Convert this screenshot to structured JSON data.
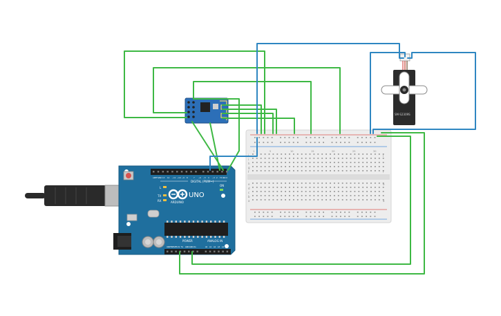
{
  "canvas": {
    "background": "#ffffff"
  },
  "colors": {
    "wire_green": "#3db843",
    "wire_blue": "#2e86c1",
    "arduino_board": "#1f6f9e",
    "arduino_dark": "#165a82",
    "breadboard": "#ededed",
    "breadboard_hole": "#9a9a9a",
    "rail_red": "#d9534f",
    "rail_blue": "#4a90d9",
    "esp_module": "#2c6fb8",
    "servo_body": "#2b2b2b",
    "usb_cable": "#2a2a2a",
    "usb_plug": "#bdbdbd"
  },
  "arduino": {
    "brand": "ARDUINO",
    "model": "UNO",
    "digital_header_label": "DIGITAL (PWM~)",
    "power_label": "POWER",
    "analog_label": "ANALOG IN",
    "led_labels": [
      "L",
      "TX",
      "RX"
    ],
    "on_label": "ON",
    "digital_pins": [
      "AREF",
      "GND",
      "13",
      "12",
      "~11",
      "~10",
      "~9",
      "8",
      "7",
      "~6",
      "~5",
      "4",
      "~3",
      "2",
      "TX 1",
      "RX 0"
    ],
    "power_pins": [
      "IOREF",
      "RESET",
      "3.3V",
      "5V",
      "GND",
      "GND",
      "Vin"
    ],
    "analog_pins": [
      "A0",
      "A1",
      "A2",
      "A3",
      "A4",
      "A5"
    ]
  },
  "breadboard": {
    "row_labels_top": [
      "j",
      "i",
      "h",
      "g",
      "f"
    ],
    "row_labels_bottom": [
      "e",
      "d",
      "c",
      "b",
      "a"
    ],
    "column_markers": [
      "1",
      "5",
      "10",
      "15",
      "20",
      "25",
      "30"
    ]
  },
  "servo": {
    "model": "SM-S2309S"
  },
  "esp": {
    "name": ""
  }
}
